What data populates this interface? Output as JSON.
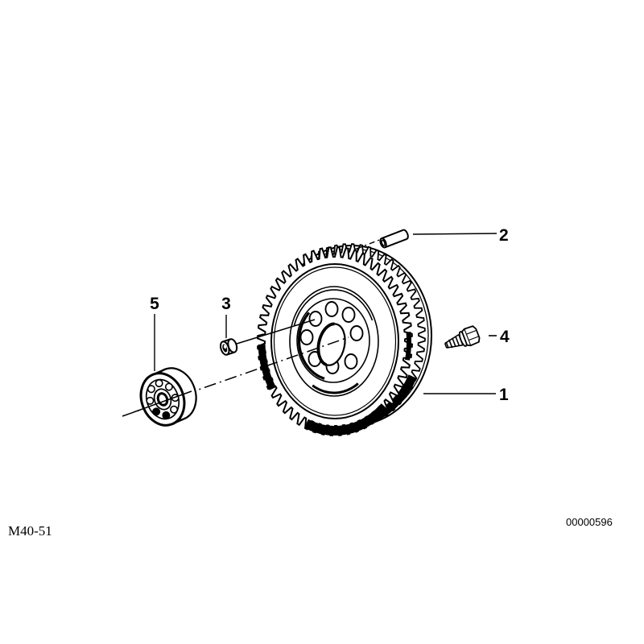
{
  "page": {
    "background": "#ffffff",
    "line_color": "#000000"
  },
  "callouts": {
    "c1": {
      "label": "1"
    },
    "c2": {
      "label": "2"
    },
    "c3": {
      "label": "3"
    },
    "c4": {
      "label": "4"
    },
    "c5": {
      "label": "5"
    }
  },
  "footer": {
    "left_code": "M40-51",
    "right_code": "00000596"
  }
}
